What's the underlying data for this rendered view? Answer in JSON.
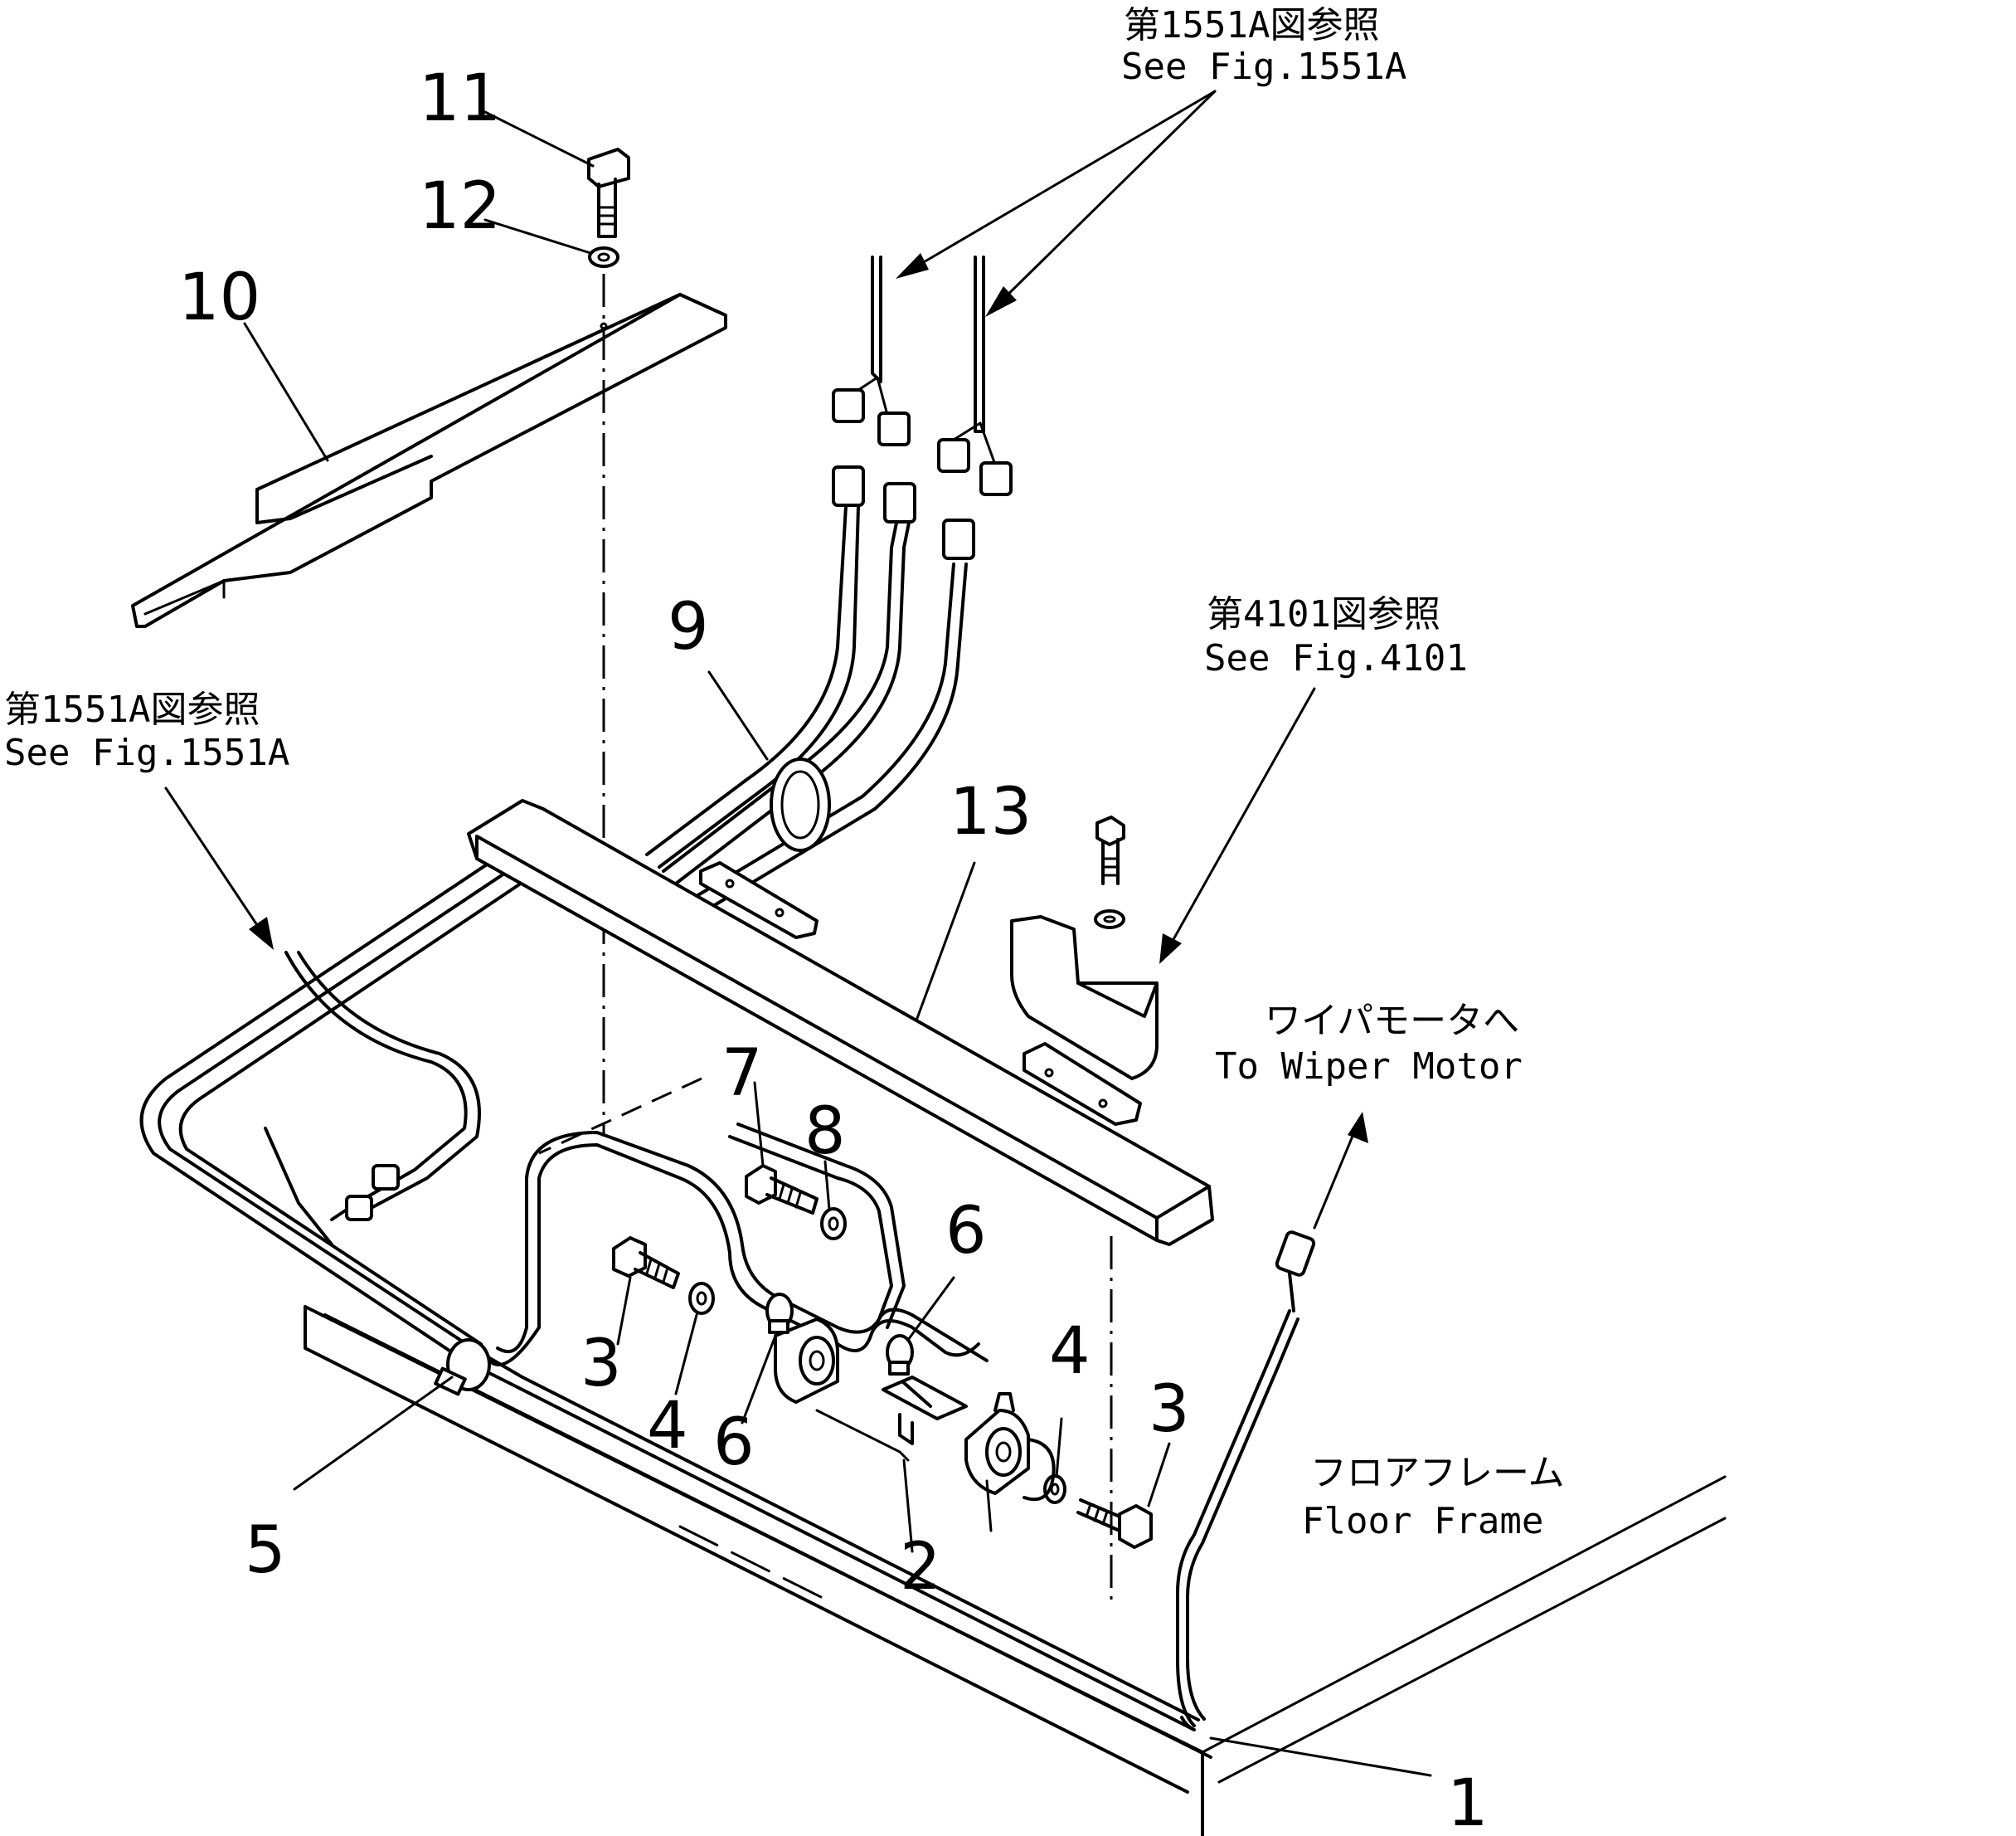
{
  "references": {
    "fig1551a_top": {
      "jp": "第1551A図参照",
      "en": "See Fig.1551A"
    },
    "fig1551a_left": {
      "jp": "第1551A図参照",
      "en": "See Fig.1551A"
    },
    "fig4101": {
      "jp": "第4101図参照",
      "en": "See Fig.4101"
    },
    "wiper": {
      "jp": "ワイパモータへ",
      "en": "To Wiper Motor"
    },
    "floor": {
      "jp": "フロアフレーム",
      "en": "Floor Frame"
    }
  },
  "part_numbers": {
    "p1": "1",
    "p2": "2",
    "p3a": "3",
    "p3b": "3",
    "p4a": "4",
    "p4b": "4",
    "p5": "5",
    "p6a": "6",
    "p6b": "6",
    "p7": "7",
    "p8": "8",
    "p9": "9",
    "p10": "10",
    "p11": "11",
    "p12": "12",
    "p13": "13"
  }
}
